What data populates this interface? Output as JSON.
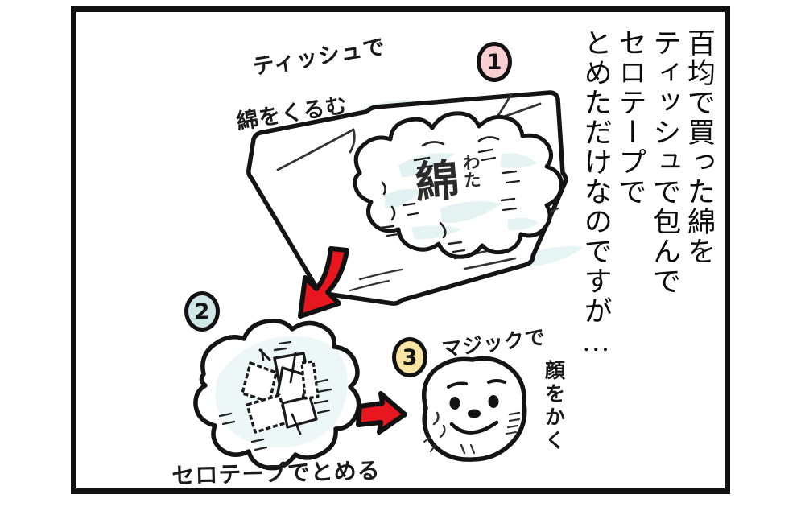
{
  "panel": {
    "frame_color": "#111111",
    "background": "#ffffff"
  },
  "narration": {
    "columns": [
      "百均で買った綿を",
      "ティッシュで包んで",
      "セロテープで",
      "とめただけなのですが…"
    ],
    "full_text": "百均で買った綿をティッシュで包んでセロテープでとめただけなのですが…"
  },
  "steps": [
    {
      "number": "1",
      "badge_color": "#f9cfd2",
      "label_line1": "ティッシュで",
      "label_line2": "綿をくるむ",
      "illustration": "tissue-sheet-with-cotton-puff"
    },
    {
      "number": "2",
      "badge_color": "#cfe7e6",
      "label": "セロテープでとめる",
      "illustration": "wrapped-ball-with-tape-pieces"
    },
    {
      "number": "3",
      "badge_color": "#f9e5a3",
      "label_top": "マジックで",
      "label_side": "顔をかく",
      "illustration": "finished-doll-with-face"
    }
  ],
  "cotton": {
    "kanji": "綿",
    "furigana": "わた"
  },
  "arrows": [
    {
      "name": "arrow-step1-to-step2",
      "direction": "down-left",
      "color": "#e8171f"
    },
    {
      "name": "arrow-step2-to-step3",
      "direction": "right",
      "color": "#e8171f"
    }
  ],
  "colors": {
    "ink": "#1a1a1a",
    "arrow_red": "#e8171f",
    "shade_blue": "#dfeeee",
    "badge_pink": "#f9cfd2",
    "badge_mint": "#cfe7e6",
    "badge_yellow": "#f9e5a3"
  }
}
